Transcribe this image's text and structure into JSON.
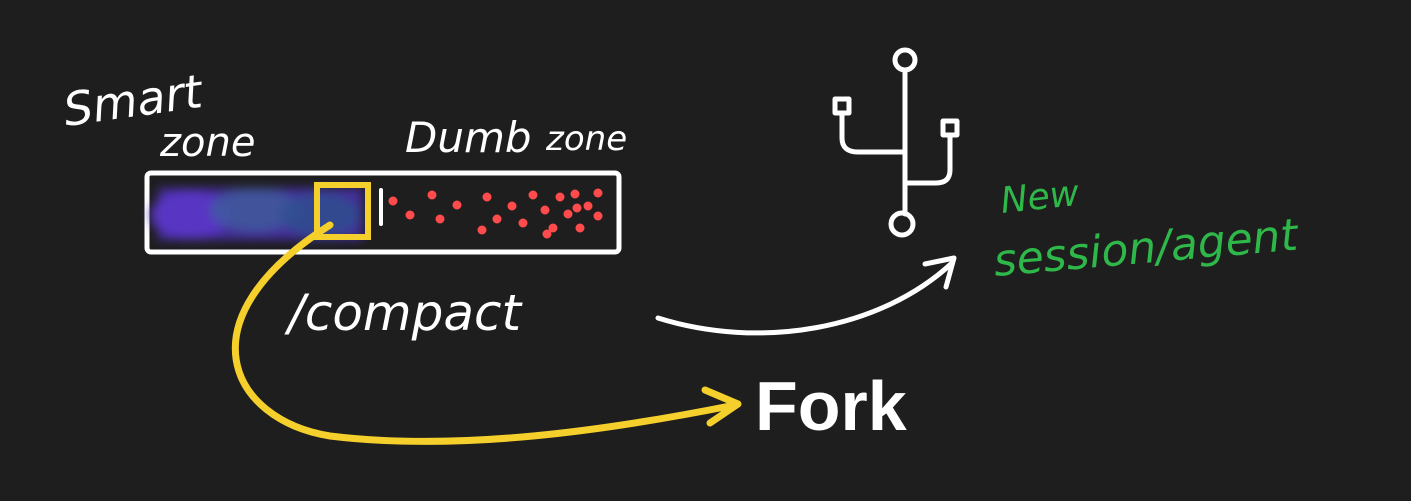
{
  "labels": {
    "smart_zone_line1": "Smart",
    "smart_zone_line2": "zone",
    "dumb_zone_line1": "Dumb",
    "dumb_zone_line2": "zone",
    "compact": "/compact",
    "fork": "Fork",
    "new_session_line1": "New",
    "new_session_line2": "session/agent"
  },
  "colors": {
    "background": "#1e1e1e",
    "ink": "#ffffff",
    "smart_fill": "#4a2fb0",
    "smart_fill_alt": "#2f4f8f",
    "dumb_dots": "#ff4b4b",
    "highlight": "#f5cf2b",
    "new_session": "#2fb84a"
  },
  "icons": {
    "branch": "usb-branch-icon"
  }
}
